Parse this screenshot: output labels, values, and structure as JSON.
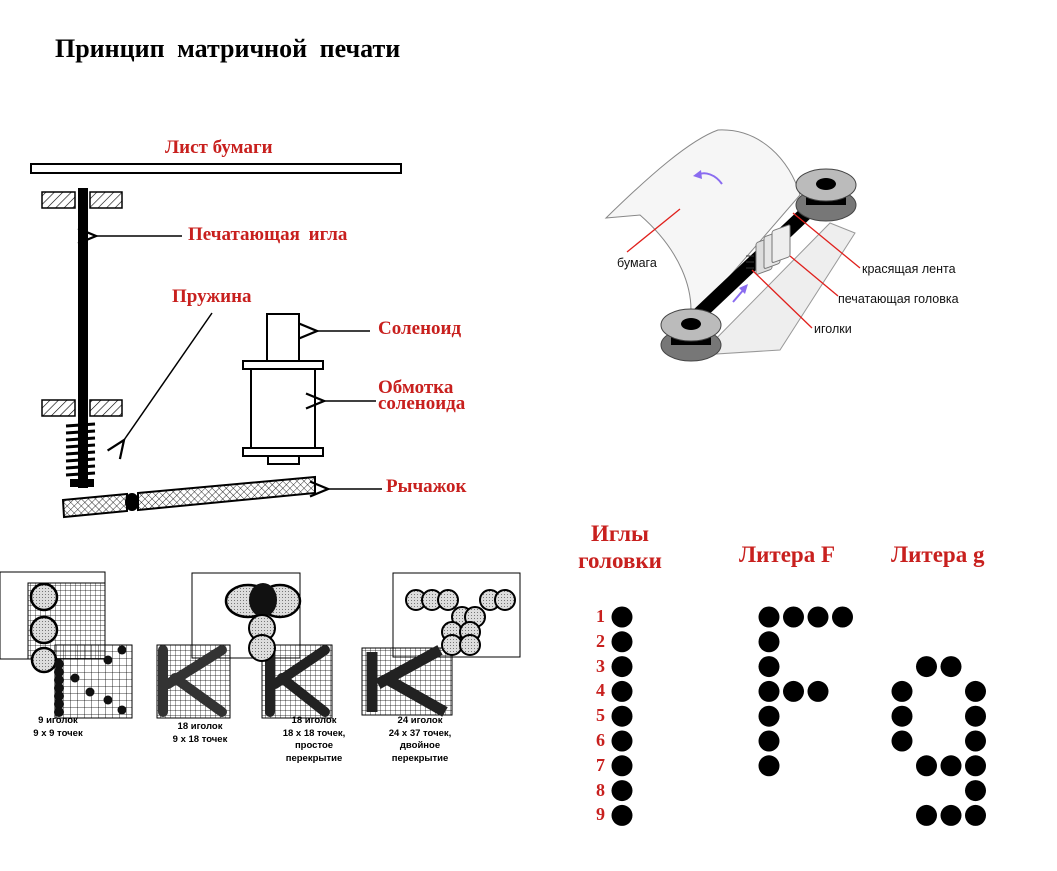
{
  "title": "Принцип  матричной  печати",
  "mechanism": {
    "paper_sheet": "Лист бумаги",
    "needle": "Печатающая  игла",
    "spring": "Пружина",
    "solenoid": "Соленоид",
    "winding_line1": "Обмотка",
    "winding_line2": "соленоида",
    "lever": "Рычажок"
  },
  "printer": {
    "paper": "бумага",
    "ribbon": "красящая лента",
    "head": "печатающая головка",
    "needles": "иголки"
  },
  "samples": [
    {
      "line1": "9 иголок",
      "line2": "9 x 9 точек"
    },
    {
      "line1": "18 иголок",
      "line2": "9 x 18 точек"
    },
    {
      "line1": "18 иголок",
      "line2": "18 x 18 точек,",
      "line3": "простое",
      "line4": "перекрытие"
    },
    {
      "line1": "24 иголок",
      "line2": "24 x 37 точек,",
      "line3": "двойное",
      "line4": "перекрытие"
    }
  ],
  "pins": {
    "heading_line1": "Иглы",
    "heading_line2": "головки",
    "numbers": [
      "1",
      "2",
      "3",
      "4",
      "5",
      "6",
      "7",
      "8",
      "9"
    ]
  },
  "letters": {
    "f_label": "Литера F",
    "g_label": "Литера g",
    "f_matrix": [
      "1111",
      "1000",
      "1000",
      "1110",
      "1000",
      "1000",
      "1000",
      "0000",
      "0000"
    ],
    "g_matrix": [
      "0000",
      "0000",
      "0110",
      "1001",
      "1001",
      "1001",
      "0111",
      "0001",
      "0111"
    ]
  },
  "colors": {
    "label_red": "#c8201e",
    "arrow_purple": "#8a6cf0"
  }
}
